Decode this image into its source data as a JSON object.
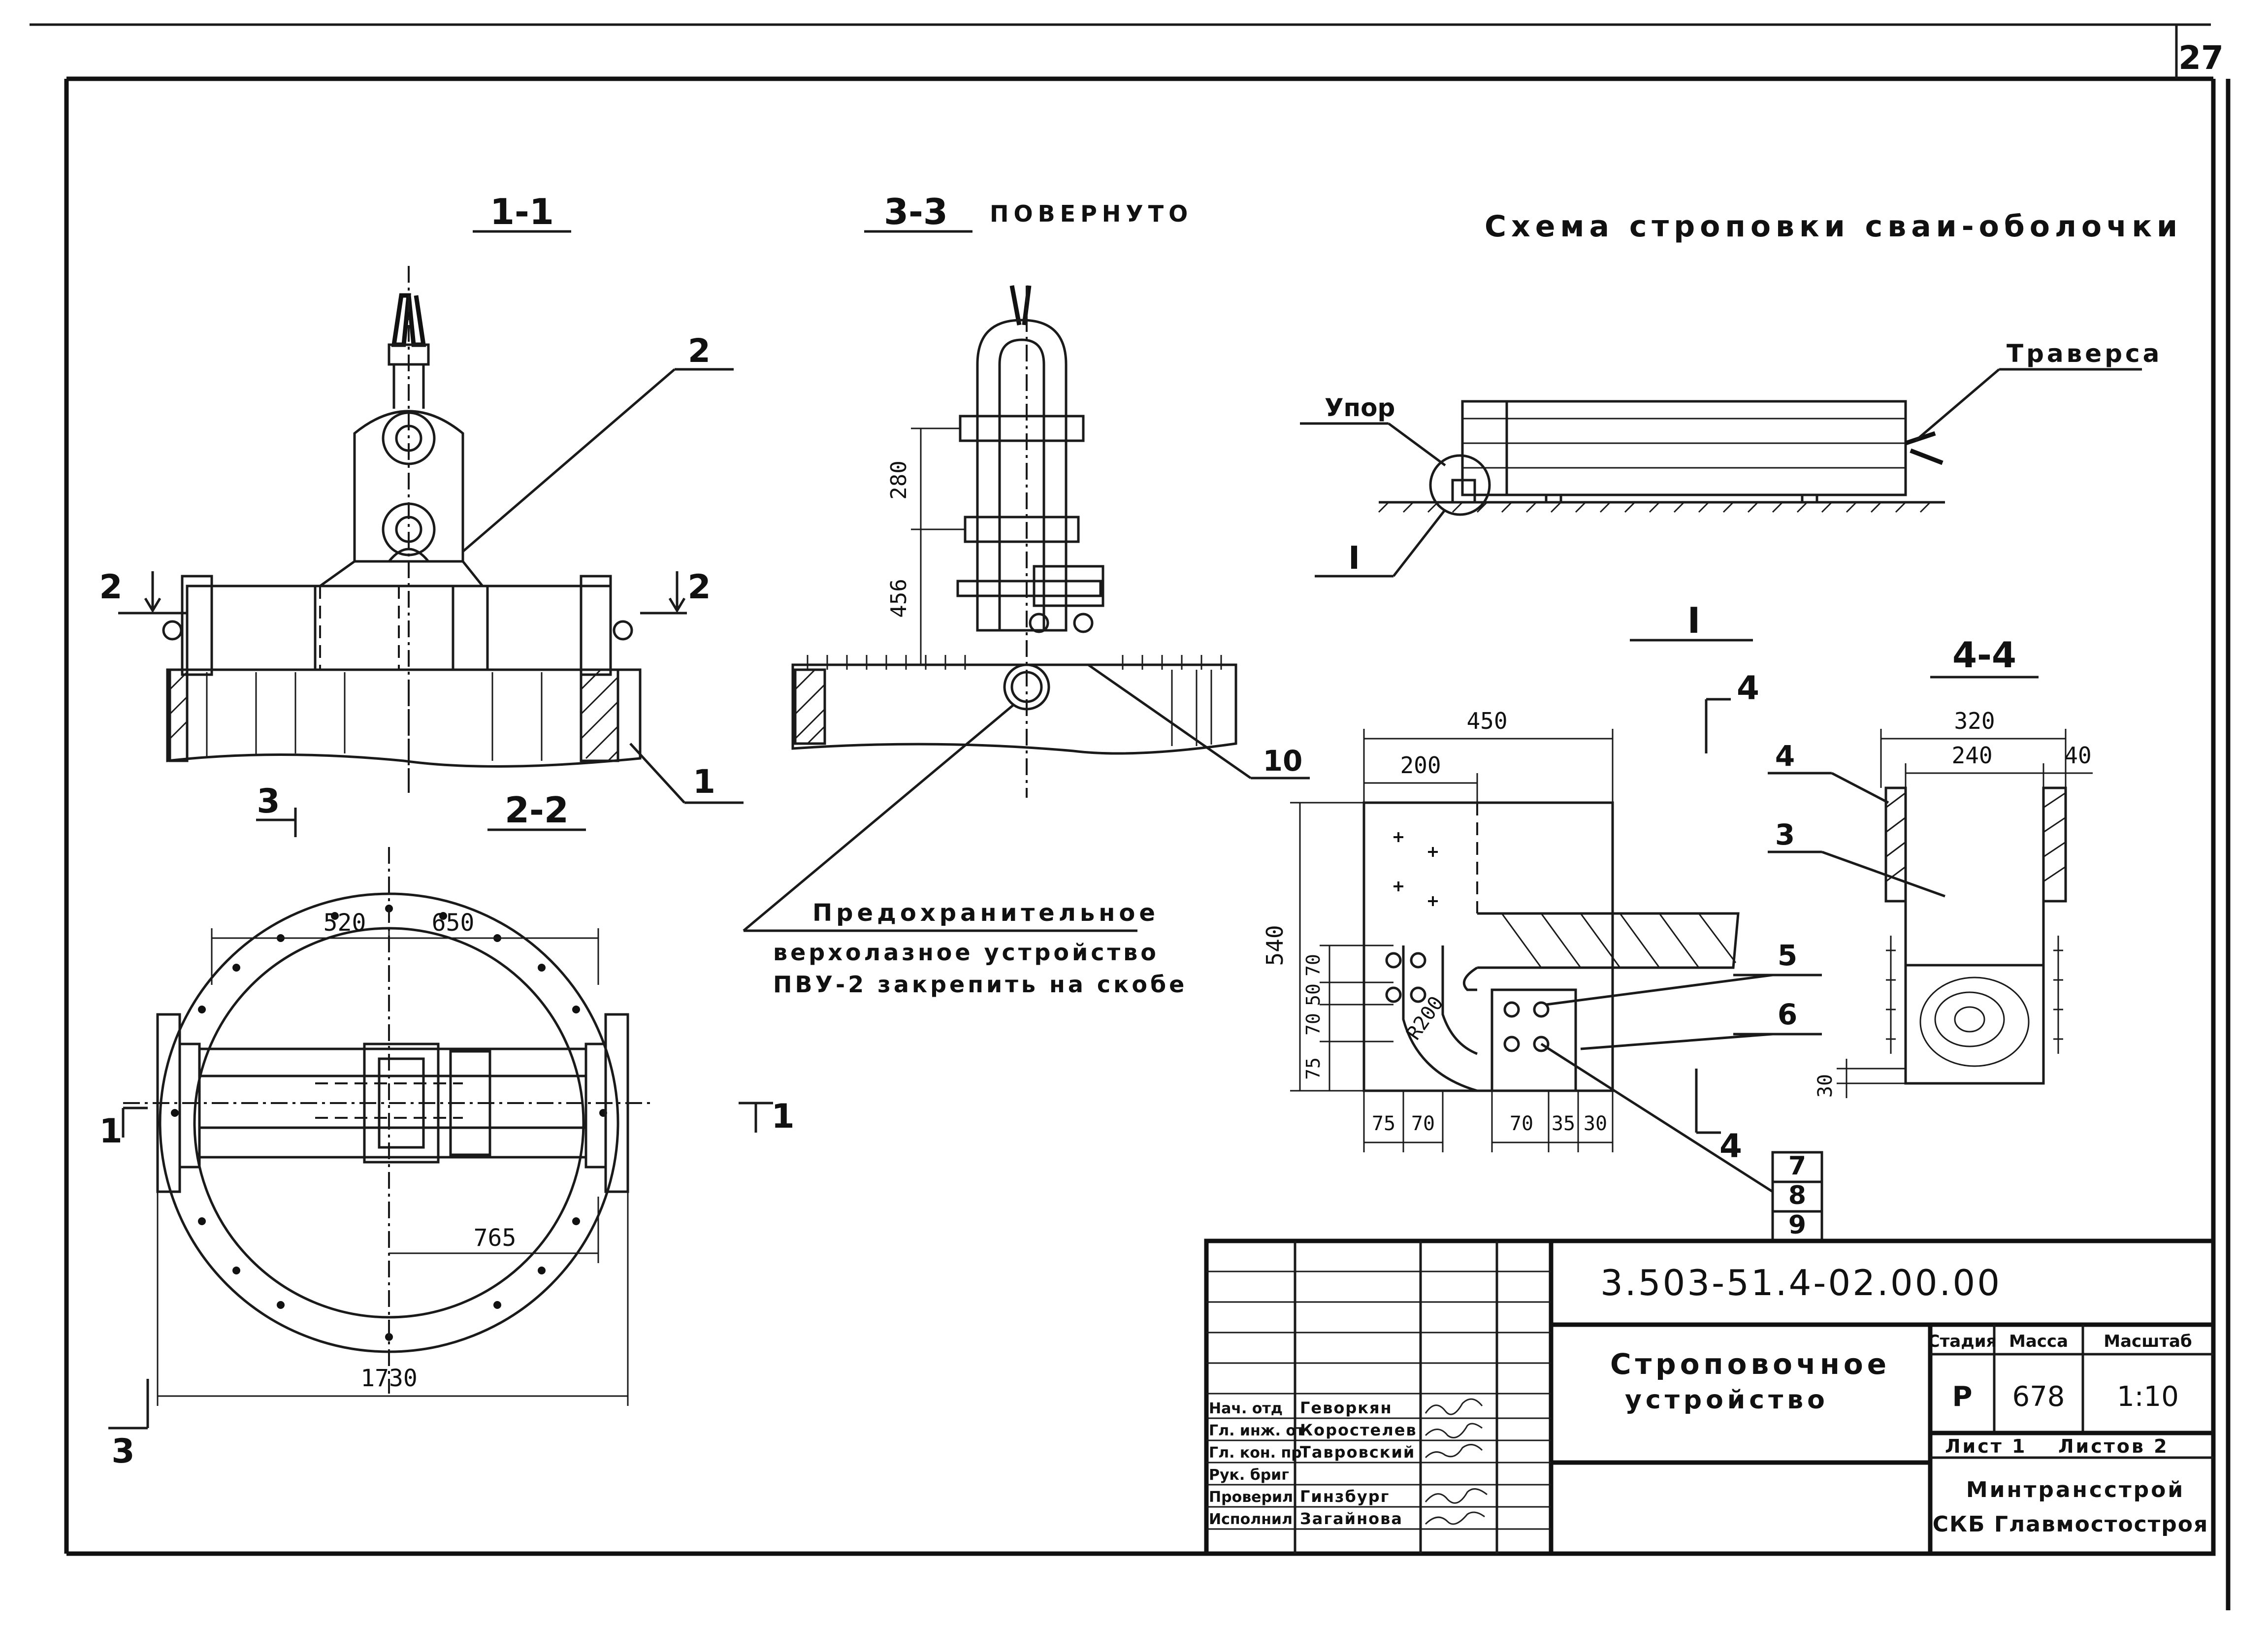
{
  "sheet": {
    "page_number": "27"
  },
  "views": {
    "section_1_1": "1-1",
    "section_2_2": "2-2",
    "section_3_3": "3-3",
    "section_3_3_note": "ПОВЕРНУТО",
    "view_I": "I",
    "section_4_4": "4-4",
    "sling_scheme_title": "Схема строповки сваи-оболочки"
  },
  "labels": {
    "traverse": "Траверса",
    "stop": "Упор",
    "detail_ref": "I",
    "safety_line1": "Предохранительное",
    "safety_line2": "верхолазное устройство",
    "safety_line3": "ПВУ-2 закрепить на скобе"
  },
  "section_marks": {
    "m2_left": "2",
    "m2_right": "2",
    "m3_top": "3",
    "m3_bottom": "3",
    "m1_left": "1",
    "m1_right": "1",
    "m4_top": "4",
    "m4_bottom": "4"
  },
  "positions": {
    "p1": "1",
    "p2": "2",
    "p3": "3",
    "p4": "4",
    "p5": "5",
    "p6": "6",
    "p7": "7",
    "p8": "8",
    "p9": "9",
    "p10": "10"
  },
  "dimensions": {
    "d280": "280",
    "d456": "456",
    "d520": "520",
    "d650": "650",
    "d765": "765",
    "d1730": "1730",
    "d450": "450",
    "d200": "200",
    "d540": "540",
    "d70a": "70",
    "d50": "50",
    "d70b": "70",
    "d75a": "75",
    "r200": "R200",
    "d75b": "75",
    "d70c": "70",
    "d70d": "70",
    "d35": "35",
    "d30a": "30",
    "d320": "320",
    "d240": "240",
    "d40": "40",
    "d30b": "30"
  },
  "title_block": {
    "doc_code": "3.503-51.4-02.00.00",
    "title_line1": "Строповочное",
    "title_line2": "устройство",
    "stage_header": "Стадия",
    "mass_header": "Масса",
    "scale_header": "Масштаб",
    "stage": "Р",
    "mass": "678",
    "scale": "1:10",
    "sheet_label": "Лист 1",
    "sheets_label": "Листов 2",
    "org_line1": "Минтрансстрой",
    "org_line2": "СКБ Главмостостроя",
    "roles": [
      {
        "role": "Нач. отд",
        "name": "Геворкян"
      },
      {
        "role": "Гл. инж. от",
        "name": "Коростелев"
      },
      {
        "role": "Гл. кон. пр",
        "name": "Тавровский"
      },
      {
        "role": "Рук. бриг",
        "name": ""
      },
      {
        "role": "Проверил",
        "name": "Гинзбург"
      },
      {
        "role": "Исполнил",
        "name": "Загайнова"
      }
    ]
  }
}
